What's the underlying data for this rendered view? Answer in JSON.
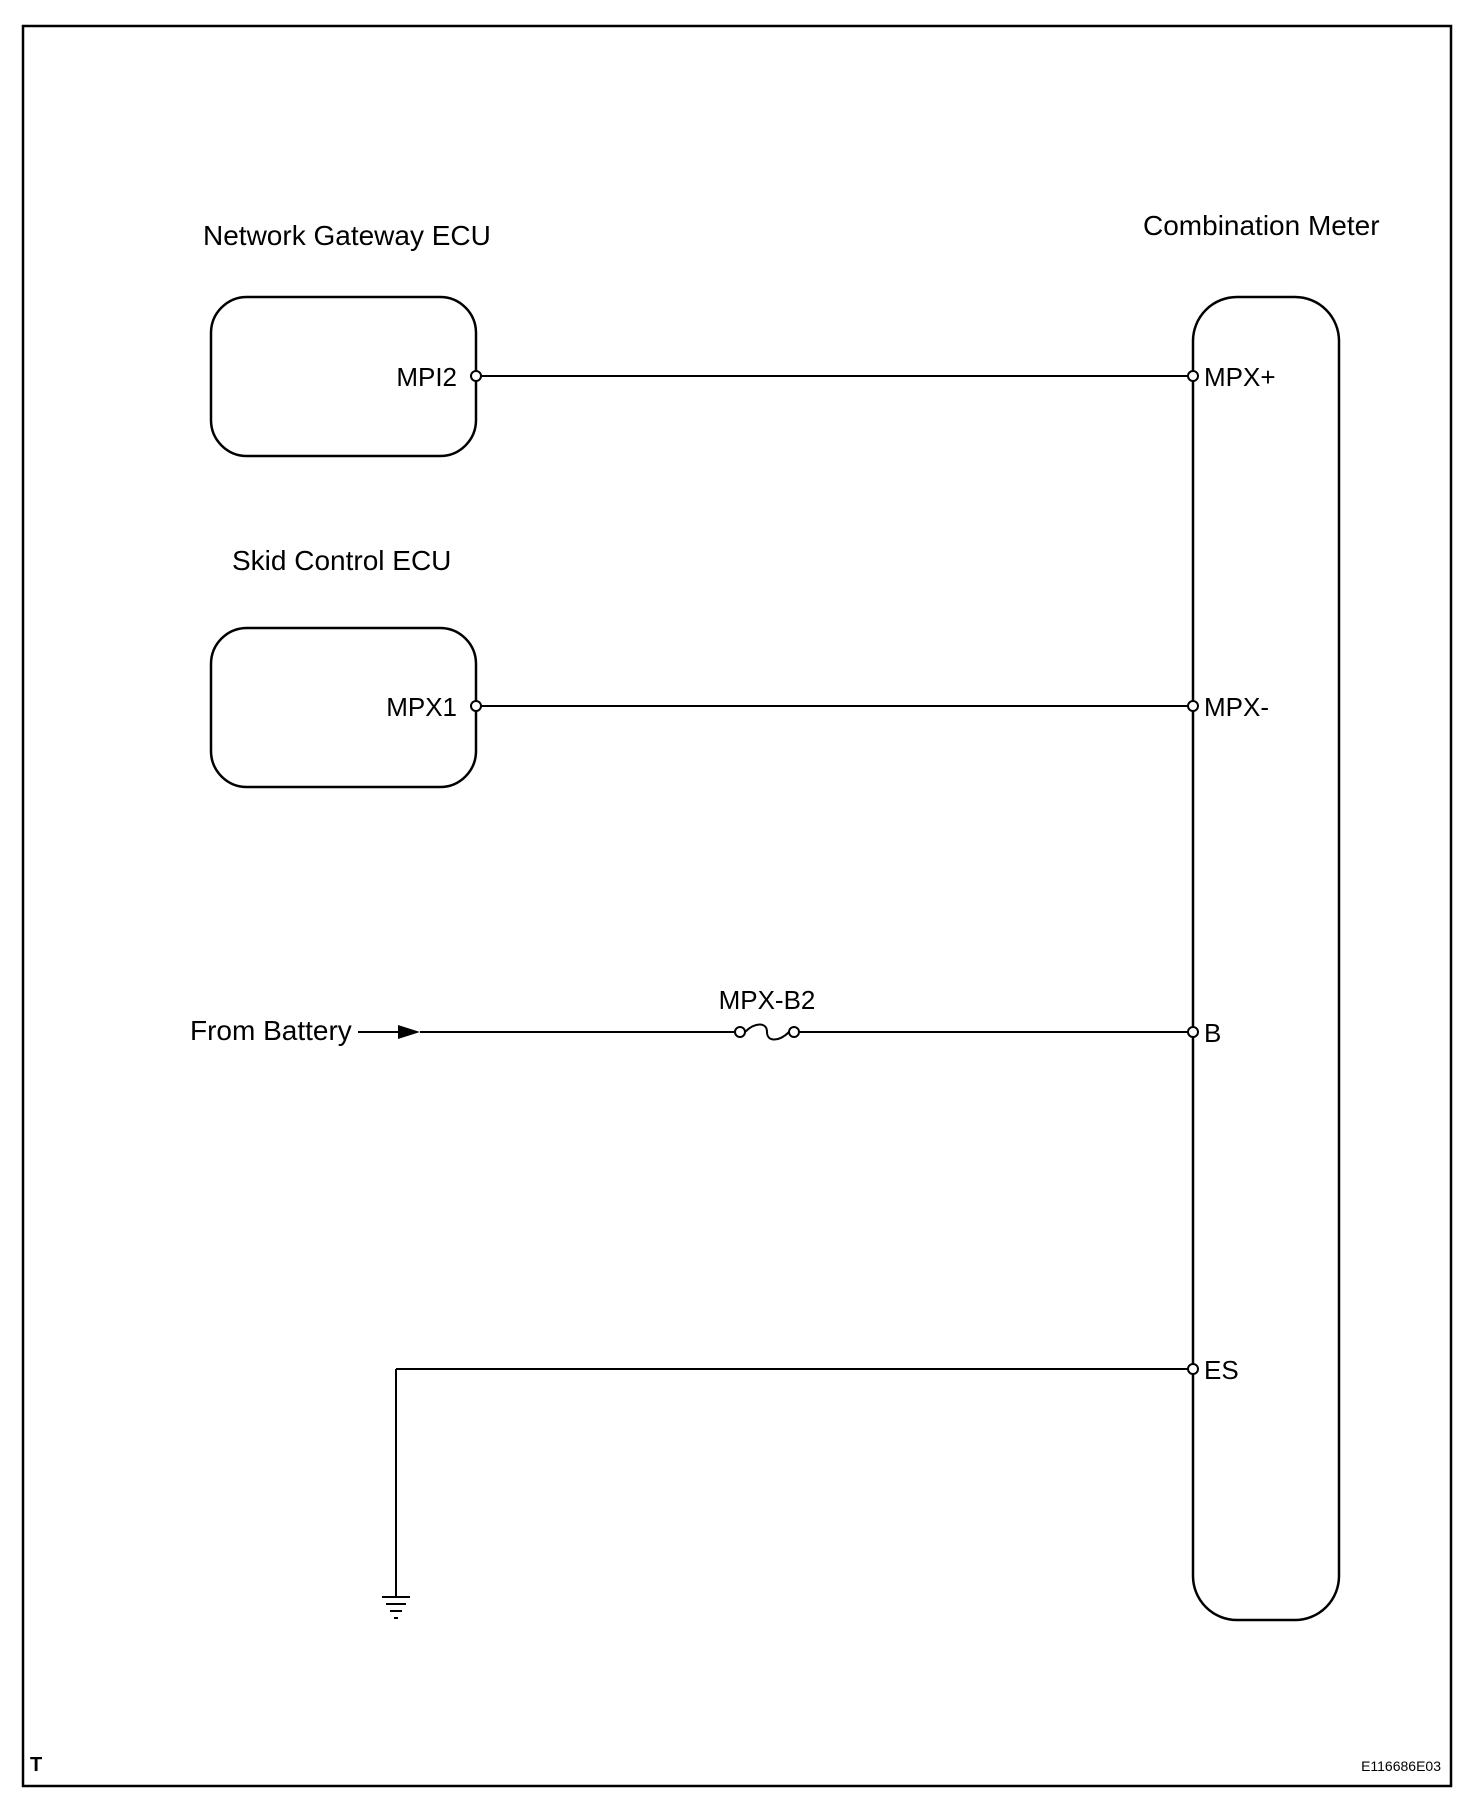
{
  "components": {
    "gateway": {
      "title": "Network Gateway ECU",
      "pin": "MPI2"
    },
    "skid": {
      "title": "Skid Control ECU",
      "pin": "MPX1"
    },
    "meter": {
      "title": "Combination Meter",
      "pins": {
        "mpx_plus": "MPX+",
        "mpx_minus": "MPX-",
        "b": "B",
        "es": "ES"
      }
    }
  },
  "battery": {
    "label": "From Battery"
  },
  "fuse": {
    "label": "MPX-B2"
  },
  "footer": {
    "left": "T",
    "right": "E116686E03"
  }
}
